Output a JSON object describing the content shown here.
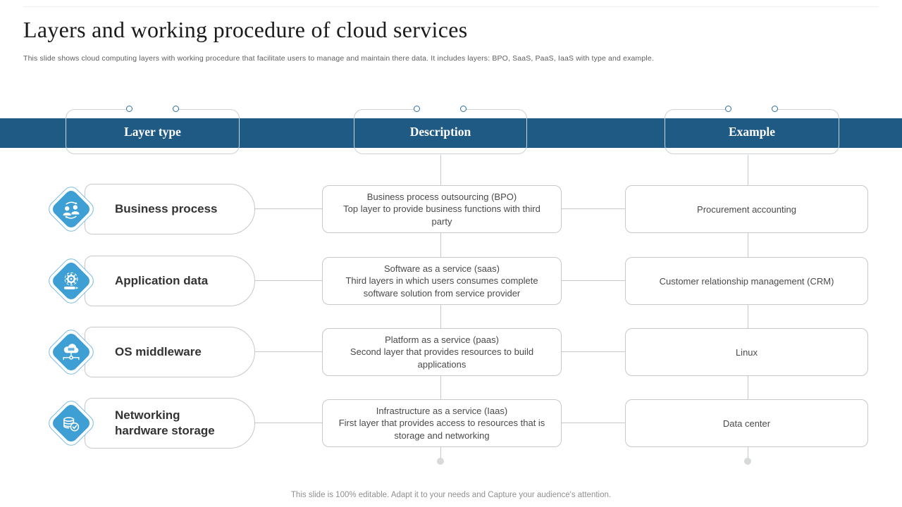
{
  "slide": {
    "title": "Layers and working procedure of cloud services",
    "subtitle": "This slide shows cloud computing layers with working procedure that facilitate users to manage and maintain there data. It includes layers: BPO, SaaS, PaaS, IaaS with type and example.",
    "footer": "This slide is 100% editable. Adapt it to your needs and Capture your audience's attention."
  },
  "table": {
    "headers": [
      {
        "label": "Layer type"
      },
      {
        "label": "Description"
      },
      {
        "label": "Example"
      }
    ],
    "rows": [
      {
        "icon": "people-sync-icon",
        "layer": "Business process",
        "description_title": "Business process outsourcing (BPO)",
        "description_body": "Top layer to provide business functions with third party",
        "example": "Procurement accounting"
      },
      {
        "icon": "gear-application-icon",
        "layer": "Application data",
        "description_title": "Software as a service (saas)",
        "description_body": "Third layers in which users consumes complete software solution from service provider",
        "example": "Customer relationship management (CRM)"
      },
      {
        "icon": "cloud-network-icon",
        "layer": "OS middleware",
        "description_title": "Platform as a service (paas)",
        "description_body": "Second layer that provides resources to build applications",
        "example": "Linux"
      },
      {
        "icon": "storage-check-icon",
        "layer": "Networking hardware storage",
        "description_title": "Infrastructure as a service (Iaas)",
        "description_body": "First layer that provides access to resources that is storage and networking",
        "example": "Data center"
      }
    ]
  },
  "colors": {
    "header_bar": "#1F5A85",
    "diamond_fill": "#3E9FD4",
    "diamond_ring": "#79BBE0",
    "node_ring": "#2E6F9F",
    "line": "#C6C9CB",
    "dot": "#D7D9DA"
  }
}
